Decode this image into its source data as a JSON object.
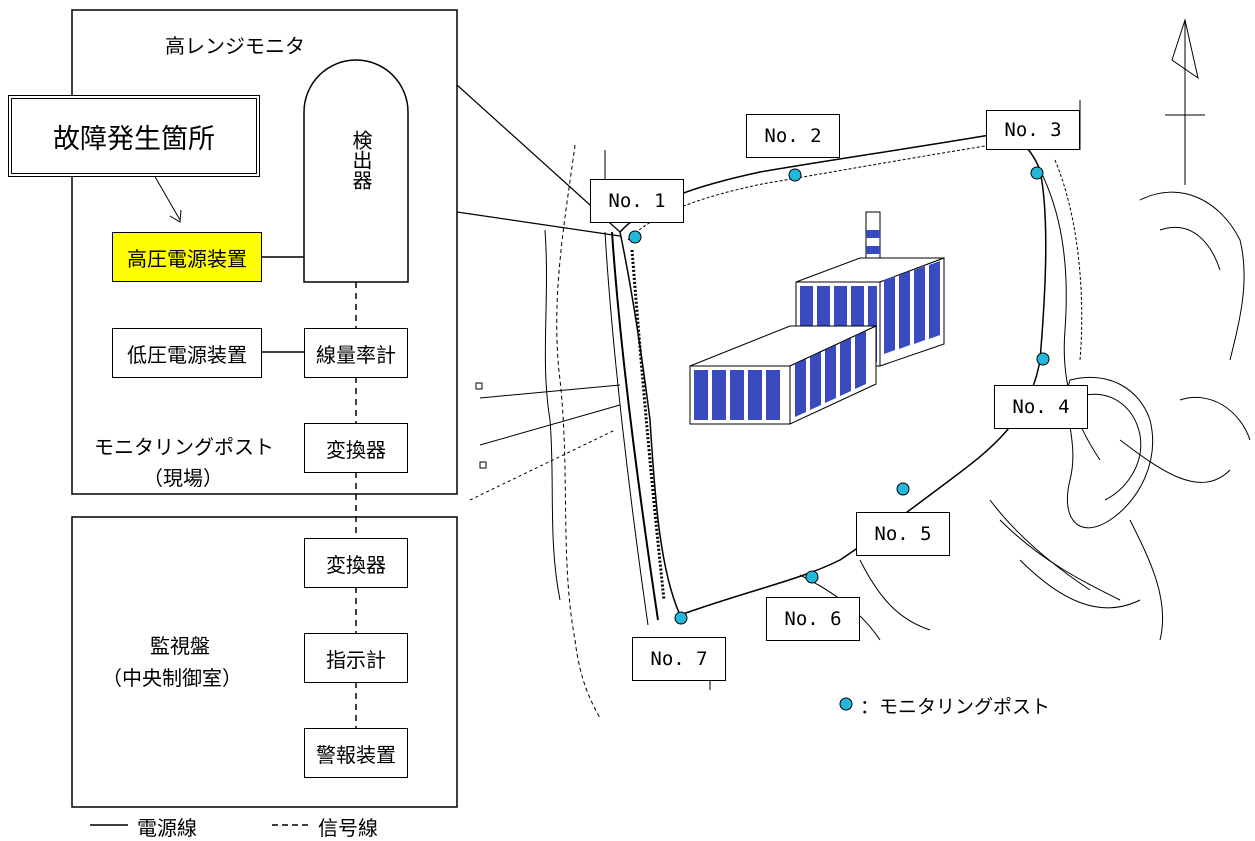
{
  "site_box": {
    "title": "高レンジモニタ",
    "detector": "検出器",
    "hv_power": "高圧電源装置",
    "lv_power": "低圧電源装置",
    "ratemeter": "線量率計",
    "converter": "変換器",
    "caption_line1": "モニタリングポスト",
    "caption_line2": "（現場）"
  },
  "fault": {
    "label": "故障発生箇所"
  },
  "control_box": {
    "converter": "変換器",
    "indicator": "指示計",
    "alarm": "警報装置",
    "caption_line1": "監視盤",
    "caption_line2": "（中央制御室）"
  },
  "legend": {
    "power_line": "電源線",
    "signal_line": "信号線",
    "post_marker": "：モニタリングポスト"
  },
  "map": {
    "posts": [
      "No. 1",
      "No. 2",
      "No. 3",
      "No. 4",
      "No. 5",
      "No. 6",
      "No. 7"
    ]
  },
  "colors": {
    "highlight": "#ffff00",
    "post_marker": "#22b8dc",
    "building": "#3a4bbf"
  }
}
